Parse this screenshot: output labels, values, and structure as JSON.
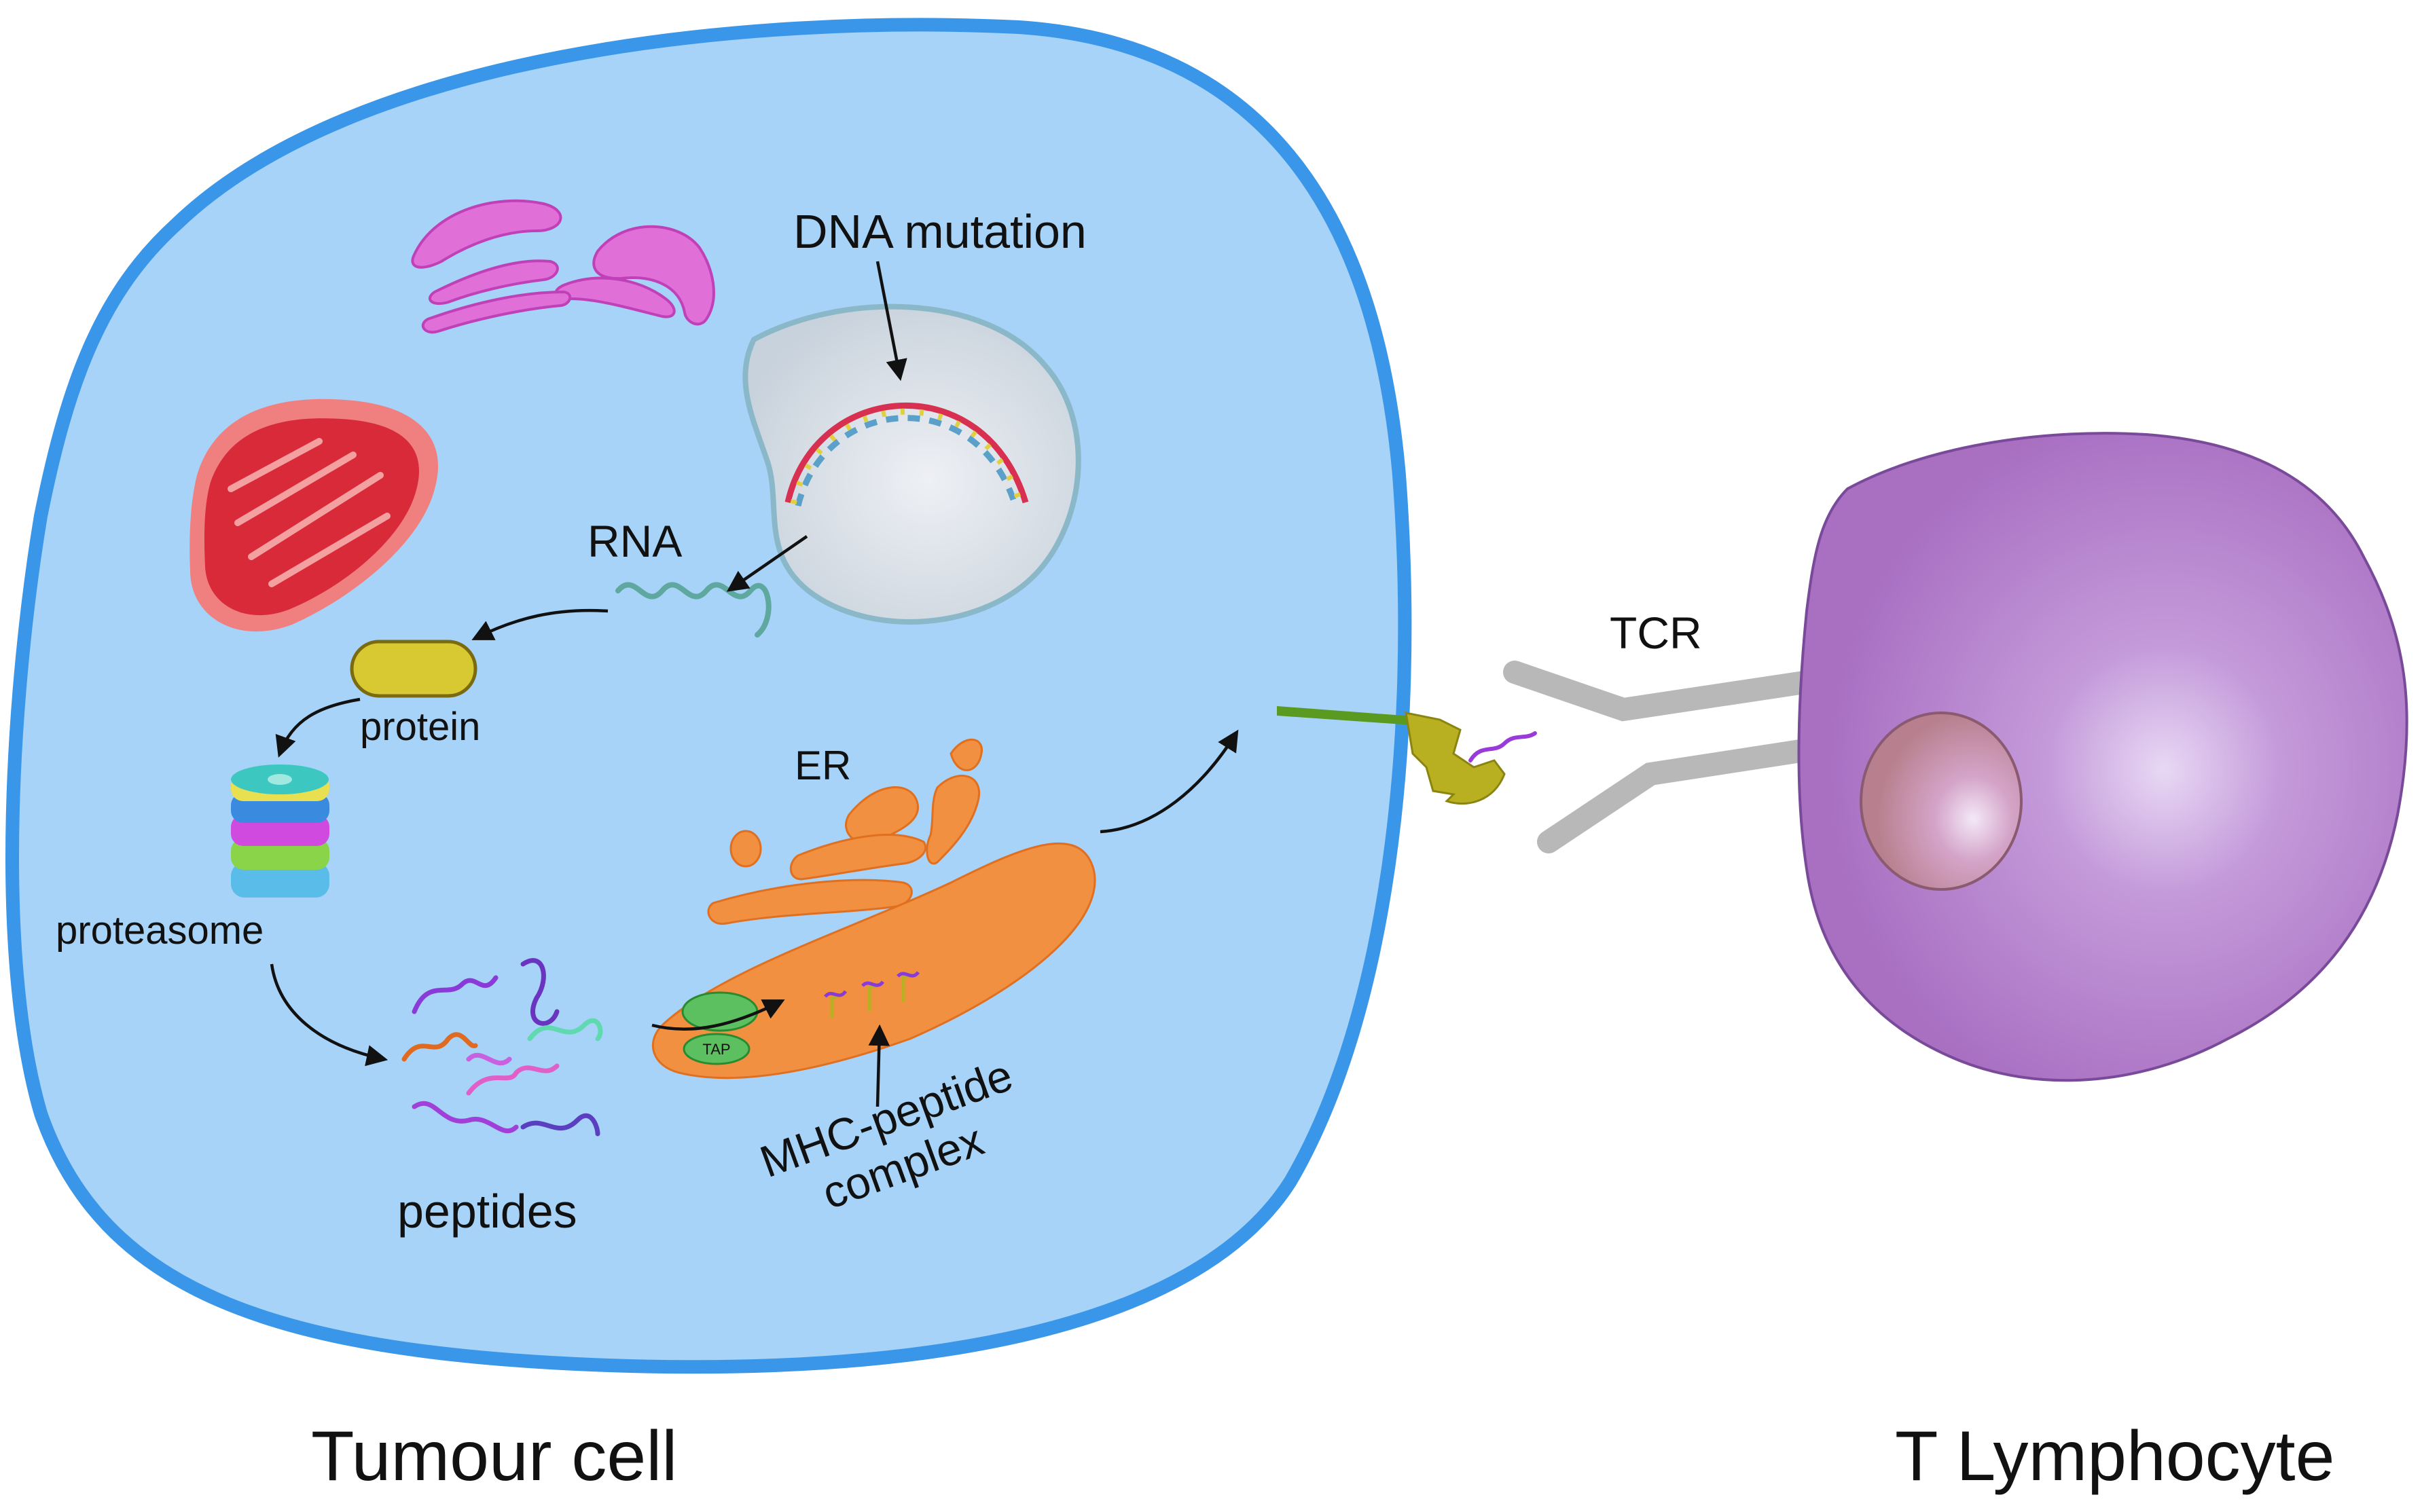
{
  "labels": {
    "dna_mutation": "DNA mutation",
    "rna": "RNA",
    "protein": "protein",
    "proteasome": "proteasome",
    "peptides": "peptides",
    "er": "ER",
    "tap": "TAP",
    "mhc_line1": "MHC-peptide",
    "mhc_line2": "complex",
    "tcr": "TCR",
    "tumour_cell": "Tumour cell",
    "t_lymphocyte": "T Lymphocyte"
  },
  "colors": {
    "cell_fill": "#a6d3f7",
    "cell_border": "#3a96e8",
    "nucleus_fill": "#d8dee6",
    "nucleus_border": "#8ab8c8",
    "golgi": "#e070d8",
    "mitochondrion": "#d92a3a",
    "mitochondrion_outer": "#f08080",
    "protein": "#d8c832",
    "er": "#f09040",
    "tap": "#5cc060",
    "mhc": "#b8b020",
    "tcr": "#b8b8b8",
    "t_cell": "#b07cc6",
    "t_cell_nucleus": "#c08098"
  }
}
